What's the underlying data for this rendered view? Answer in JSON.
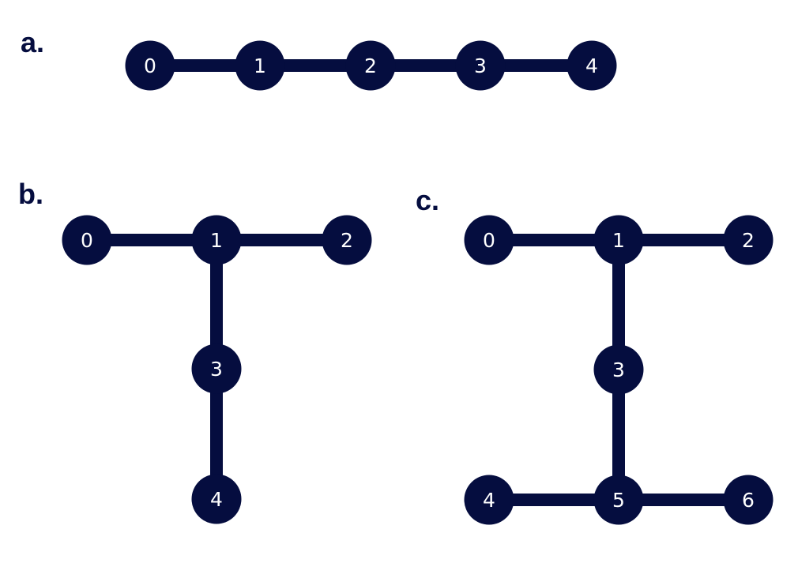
{
  "colors": {
    "node": "#050D3F",
    "edge": "#050D3F",
    "node_text": "#FFFFFF",
    "label": "#050D3F",
    "background": "#FFFFFF"
  },
  "panels": [
    {
      "label": "a.",
      "nodes": [
        "0",
        "1",
        "2",
        "3",
        "4"
      ],
      "edges": [
        [
          "0",
          "1"
        ],
        [
          "1",
          "2"
        ],
        [
          "2",
          "3"
        ],
        [
          "3",
          "4"
        ]
      ]
    },
    {
      "label": "b.",
      "nodes": [
        "0",
        "1",
        "2",
        "3",
        "4"
      ],
      "edges": [
        [
          "0",
          "1"
        ],
        [
          "1",
          "2"
        ],
        [
          "1",
          "3"
        ],
        [
          "3",
          "4"
        ]
      ]
    },
    {
      "label": "c.",
      "nodes": [
        "0",
        "1",
        "2",
        "3",
        "4",
        "5",
        "6"
      ],
      "edges": [
        [
          "0",
          "1"
        ],
        [
          "1",
          "2"
        ],
        [
          "1",
          "3"
        ],
        [
          "3",
          "5"
        ],
        [
          "4",
          "5"
        ],
        [
          "5",
          "6"
        ]
      ]
    }
  ]
}
